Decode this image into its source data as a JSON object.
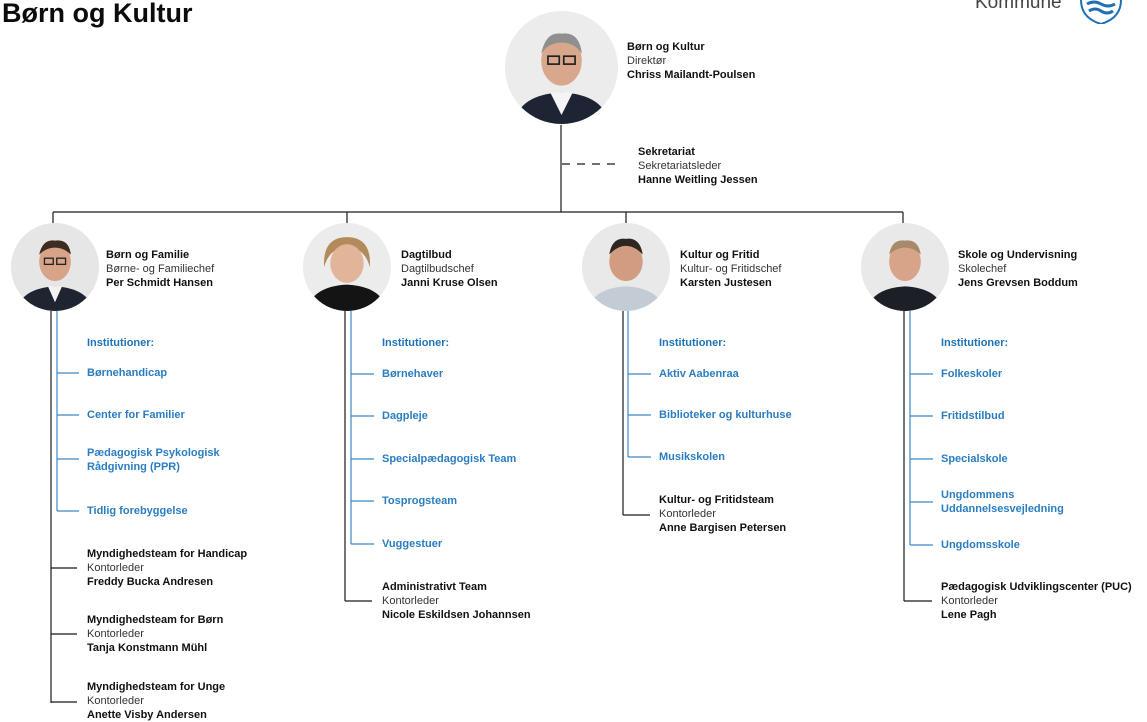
{
  "page_title": "Børn og Kultur",
  "logo": {
    "text": "Kommune"
  },
  "director": {
    "unit": "Børn og Kultur",
    "role": "Direktør",
    "name": "Chriss Mailandt-Poulsen"
  },
  "secretariat": {
    "unit": "Sekretariat",
    "role": "Sekretariatsleder",
    "name": "Hanne Weitling Jessen"
  },
  "departments": [
    {
      "unit": "Børn og Familie",
      "role": "Børne- og Familiechef",
      "name": "Per Schmidt Hansen",
      "institutions_label": "Institutioner:",
      "institutions": [
        "Børnehandicap",
        "Center for Familier",
        "Pædagogisk Psykologisk\nRådgivning (PPR)",
        "Tidlig forebyggelse"
      ],
      "teams": [
        {
          "unit": "Myndighedsteam for Handicap",
          "role": "Kontorleder",
          "name": "Freddy Bucka Andresen"
        },
        {
          "unit": "Myndighedsteam for Børn",
          "role": "Kontorleder",
          "name": "Tanja Konstmann Mühl"
        },
        {
          "unit": "Myndighedsteam for Unge",
          "role": "Kontorleder",
          "name": "Anette Visby Andersen"
        }
      ]
    },
    {
      "unit": "Dagtilbud",
      "role": "Dagtilbudschef",
      "name": "Janni Kruse Olsen",
      "institutions_label": "Institutioner:",
      "institutions": [
        "Børnehaver",
        "Dagpleje",
        "Specialpædagogisk Team",
        "Tosprogsteam",
        "Vuggestuer"
      ],
      "teams": [
        {
          "unit": "Administrativt Team",
          "role": "Kontorleder",
          "name": "Nicole Eskildsen Johannsen"
        }
      ]
    },
    {
      "unit": "Kultur og Fritid",
      "role": "Kultur- og Fritidschef",
      "name": "Karsten Justesen",
      "institutions_label": "Institutioner:",
      "institutions": [
        "Aktiv Aabenraa",
        "Biblioteker og kulturhuse",
        "Musikskolen"
      ],
      "teams": [
        {
          "unit": "Kultur- og Fritidsteam",
          "role": "Kontorleder",
          "name": "Anne Bargisen Petersen"
        }
      ]
    },
    {
      "unit": "Skole og Undervisning",
      "role": "Skolechef",
      "name": "Jens Grevsen Boddum",
      "institutions_label": "Institutioner:",
      "institutions": [
        "Folkeskoler",
        "Fritidstilbud",
        "Specialskole",
        "Ungdommens\nUddannelsesvejledning",
        "Ungdomsskole"
      ],
      "teams": [
        {
          "unit": "Pædagogisk Udviklingscenter (PUC)",
          "role": "Kontorleder",
          "name": "Lene Pagh"
        }
      ]
    }
  ]
}
